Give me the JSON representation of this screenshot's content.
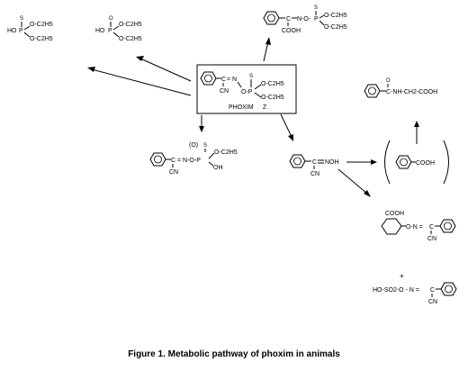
{
  "caption": "Figure 1.  Metabolic pathway of phoxim in animals",
  "mol_top_left_1": {
    "s": "S",
    "p": "P",
    "ho": "HO",
    "oet1": "O-C2H5",
    "oet2": "O-C2H5"
  },
  "mol_top_left_2": {
    "o": "O",
    "p": "P",
    "ho": "HO",
    "oet1": "O-C2H5",
    "oet2": "O-C2H5"
  },
  "mol_top_center": {
    "c": "C",
    "no": "N-O-",
    "cooh": "COOH",
    "p": "P",
    "s": "S",
    "oet1": "O-C2H5",
    "oet2": "O-C2H5"
  },
  "mol_phoxim": {
    "c": "C",
    "eqn": "= N",
    "cn": "CN",
    "o": "O-P",
    "s": "S",
    "oet1": "O-C2H5",
    "oet2": "O-C2H5",
    "name": "PHOXIM",
    "num": "Z"
  },
  "mol_hydroxy": {
    "o_paren": "(O)",
    "s": "S",
    "chain": "C = N-O-P",
    "oet": "O-C2H5",
    "cn": "CN",
    "oh": "OH"
  },
  "mol_oxime": {
    "c": "C",
    "noh": "NOH",
    "cn": "CN"
  },
  "mol_hippuric": {
    "o": "O",
    "chain": "C-NH-CH2-COOH"
  },
  "mol_benzoic": {
    "cooh": "COOH"
  },
  "mol_glucuronide": {
    "cooh": "COOH",
    "chain": "O-N =",
    "c": "C",
    "cn": "CN"
  },
  "plus": "+",
  "mol_sulfate": {
    "chain": "HO-SO2-O - N =",
    "c": "C",
    "cn": "CN"
  }
}
